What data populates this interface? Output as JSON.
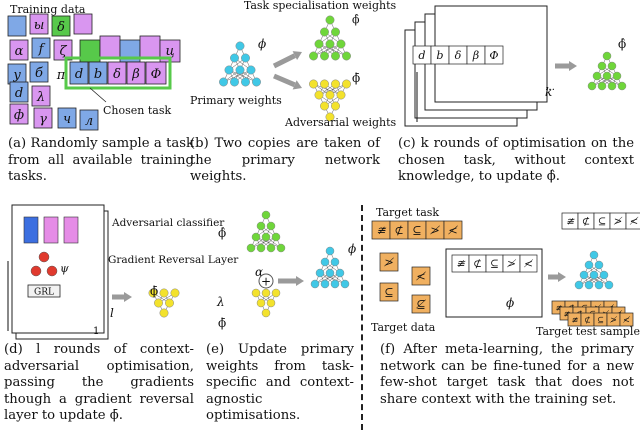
{
  "panel_a": {
    "training_data_label": "Training data",
    "chosen_task_label": "Chosen task",
    "selected_glyphs": [
      "d",
      "b",
      "δ",
      "β",
      "Φ"
    ],
    "scattered_glyphs": [
      "ы",
      "δ",
      "α",
      "f",
      "ζ",
      "y",
      "б",
      "π",
      "d",
      "λ",
      "ф",
      "γ",
      "ч",
      "л",
      "ц"
    ],
    "caption": "(a) Randomly sample a task from all available training tasks."
  },
  "panel_b": {
    "primary_label": "Primary weights",
    "task_label": "Task specialisation weights",
    "adversarial_label": "Adversarial weights",
    "phi": "ϕ",
    "phi_hat": "ϕ̂",
    "phi_bar": "ϕ̄",
    "caption": "(b) Two copies are taken of the primary network weights."
  },
  "panel_c": {
    "glyphs": [
      "d",
      "b",
      "δ",
      "β",
      "Φ"
    ],
    "k_label": "k",
    "phi_hat": "ϕ̂",
    "caption": "(c) k rounds of optimisation on the chosen task, without context knowledge, to update ϕ̂."
  },
  "panel_d": {
    "adv_classifier_label": "Adversarial classifier",
    "grl_label": "Gradient Reversal Layer",
    "grl_short": "GRL",
    "psi": "ψ",
    "l_label": "l",
    "one_label": "1",
    "phi_bar": "ϕ̄",
    "caption": "(d) l rounds of context-adversarial optimisation, passing the gradients though a gradient reversal layer to update ϕ̄."
  },
  "panel_e": {
    "phi_hat": "ϕ̂",
    "phi_bar": "ϕ̄",
    "phi": "ϕ",
    "alpha": "α",
    "lambda": "λ",
    "plus": "+",
    "caption": "(e) Update primary weights from task-specific and context-agnostic optimisations."
  },
  "panel_f": {
    "target_task_label": "Target task",
    "target_data_label": "Target data",
    "target_test_label": "Target test samples",
    "task_glyphs": [
      "≇",
      "⊄",
      "⊆",
      "≯",
      "≮"
    ],
    "data_glyphs": [
      "≯",
      "⊆",
      "≮",
      "⊈"
    ],
    "phi": "ϕ",
    "caption": "(f) After meta-learning, the primary network can be fine-tuned for a new few-shot target task that does not share context with the training set."
  },
  "colors": {
    "cyan": "#40c8e6",
    "green": "#6fd63a",
    "yellow": "#f3e22c",
    "red": "#e03a2e",
    "blue": "#3c6fe0",
    "pink": "#e58ce6",
    "card_pink": "#d996f0",
    "card_blue": "#7fa8e6",
    "card_green": "#57c94a",
    "orange": "#f0b060",
    "edge": "#5a5a5a"
  }
}
